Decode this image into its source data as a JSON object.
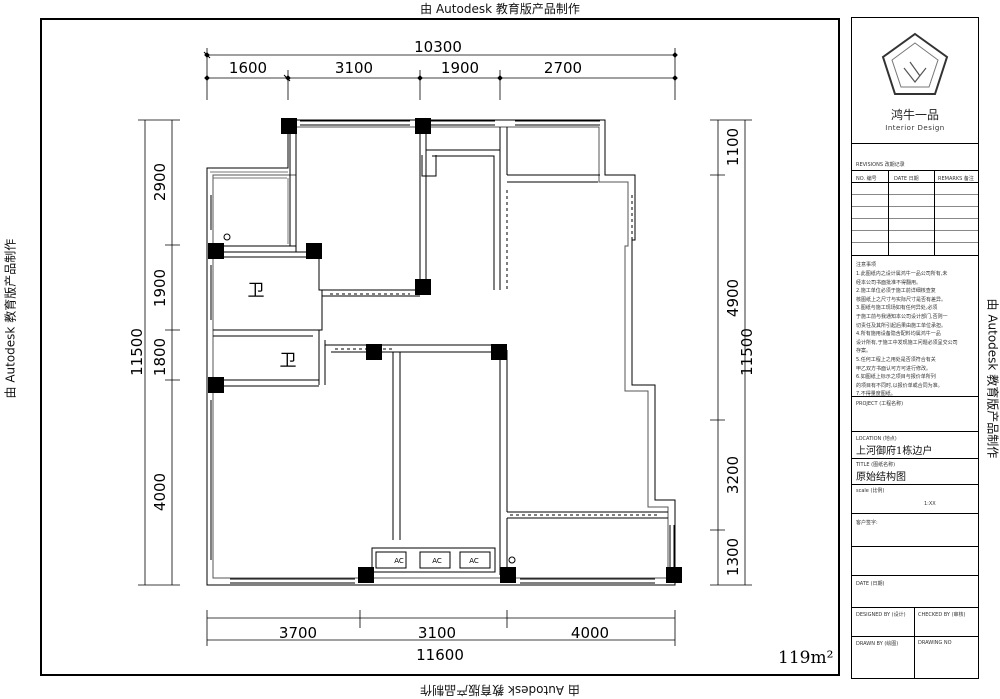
{
  "watermark": "由 Autodesk 教育版产品制作",
  "plan": {
    "dims_top_total": "10300",
    "dims_top": [
      "1600",
      "3100",
      "1900",
      "2700"
    ],
    "dims_bottom_total": "11600",
    "dims_bottom": [
      "3700",
      "3100",
      "4000"
    ],
    "dims_left_total": "11500",
    "dims_left": [
      "2900",
      "1900",
      "1800",
      "4000"
    ],
    "dims_right_total": "11500",
    "dims_right": [
      "1100",
      "4900",
      "3200",
      "1300"
    ],
    "rooms": [
      "卫",
      "卫"
    ],
    "ac_labels": [
      "AC",
      "AC",
      "AC"
    ]
  },
  "area": "119m²",
  "title_block": {
    "company": "鸿牛一品",
    "company_en": "Interior Design",
    "revisions": "REVISIONS 改期记录",
    "rev_no": "NO. 编号",
    "rev_date": "DATE 日期",
    "rev_remarks": "REMARKS 备注",
    "notes_title": "注意事项",
    "notes": [
      "1.此图纸内之设计属鸿牛一品公司所有,未",
      "经本公司书面批准不得翻用。",
      "2.施工单位必须于施工前详细核查复",
      "核图纸上之尺寸与实际尺寸是否有差异。",
      "3.图纸与施工现场如有任何异处,必须",
      "于施工前与我通知本公司设计部门,否则一",
      "切责任及其所引起后果由施工单位承担。",
      "4.所有施用设备隐含配料均属鸿牛一品",
      "设计所有,于施工中发现施工问题必须呈交公司",
      "存案。",
      "5.任何工程上之用处是否须符合有关",
      "甲乙双方书面认可方可进行修改。",
      "6.如图纸上标示之项目与报价单所列",
      "的项目有不同时,以报价单或合同为准。",
      "7.不得量度图纸。"
    ],
    "project_label": "PROJECT (工程名称)",
    "location_label": "LOCATION (地点)",
    "location_value": "上河御府1栋边户",
    "title_label": "TITLE (图纸名称)",
    "title_value": "原始结构图",
    "scale_label": "scale (比例)",
    "scale_value": "1:XX",
    "client_label": "客户签字:",
    "date_label": "DATE (日期)",
    "designed_label": "DESIGNED BY (设计)",
    "checked_label": "CHECKED BY (审核)",
    "drawn_label": "DRAWN BY (绘图)",
    "drawing_no_label": "DRAWING NO"
  }
}
